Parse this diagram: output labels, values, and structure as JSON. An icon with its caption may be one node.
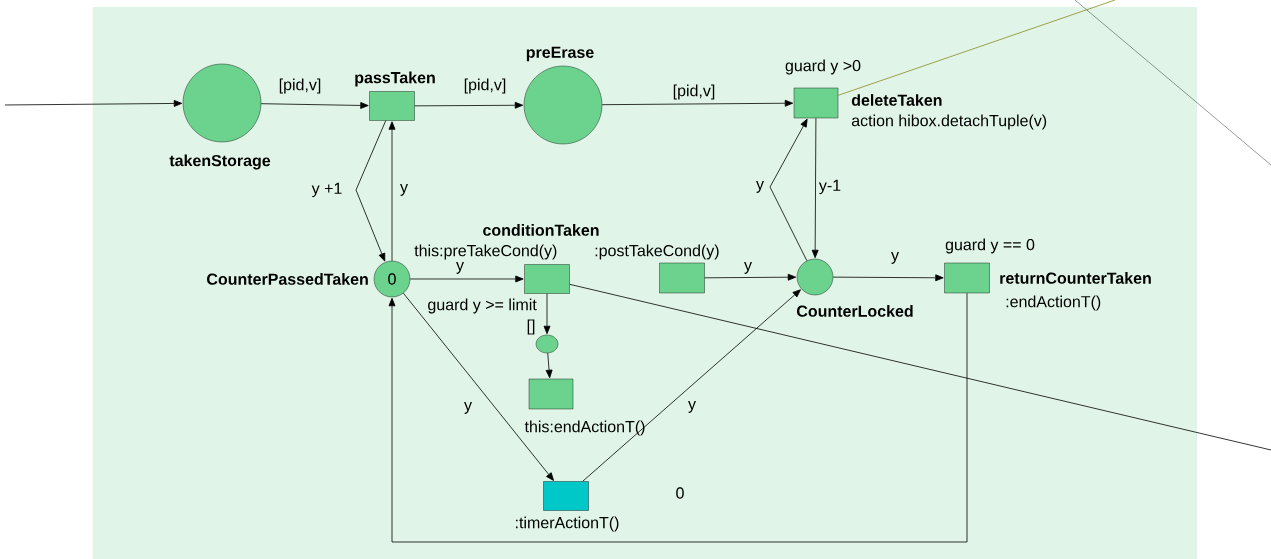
{
  "diagram": {
    "nodes": [
      {
        "text": [
          "takenStorage"
        ]
      },
      {
        "text": [
          "passTaken"
        ]
      },
      {
        "text": [
          "preErase"
        ]
      },
      {
        "text": [
          "guard y >0",
          "deleteTaken",
          "action hibox.detachTuple(v)"
        ]
      },
      {
        "text": [
          "CounterPassedTaken",
          "0"
        ]
      },
      {
        "text": [
          "conditionTaken",
          "this:preTakeCond(y)",
          "guard y >= limit"
        ]
      },
      {
        "text": [
          ":postTakeCond(y)"
        ]
      },
      {
        "text": [
          "CounterLocked"
        ]
      },
      {
        "text": [
          "guard y == 0",
          "returnCounterTaken",
          ":endActionT()"
        ]
      },
      {
        "text": [],
        "shape": "circle"
      },
      {
        "text": [
          "this:endActionT()"
        ]
      },
      {
        "text": [
          ":timerActionT()"
        ]
      }
    ],
    "edges": [
      {
        "from": null,
        "to": 0,
        "arrow": "to"
      },
      {
        "from": 0,
        "to": 1,
        "arrow": "to",
        "label": "[pid,v]"
      },
      {
        "from": 1,
        "to": 2,
        "arrow": "to",
        "label": "[pid,v]"
      },
      {
        "from": 2,
        "to": 3,
        "arrow": "to",
        "label": "[pid,v]"
      },
      {
        "from": 1,
        "to": 4,
        "arrow": "to",
        "label": "y +1"
      },
      {
        "from": 4,
        "to": 1,
        "arrow": "to",
        "label": "y"
      },
      {
        "from": 4,
        "to": 5,
        "arrow": "to",
        "label": "y"
      },
      {
        "from": 5,
        "to": 9,
        "arrow": "to",
        "label": "[]"
      },
      {
        "from": 9,
        "to": 10,
        "arrow": "to"
      },
      {
        "from": 4,
        "to": 11,
        "arrow": "to",
        "label": "y"
      },
      {
        "from": 6,
        "to": 7,
        "arrow": "to",
        "label": "y"
      },
      {
        "from": 7,
        "to": 3,
        "arrow": "to",
        "label": "y"
      },
      {
        "from": 3,
        "to": 7,
        "arrow": "to",
        "label": "y-1"
      },
      {
        "from": 11,
        "to": 7,
        "arrow": "to",
        "label": "y"
      },
      {
        "from": 7,
        "to": 8,
        "arrow": "to",
        "label": "y"
      },
      {
        "from": 8,
        "to": 4,
        "arrow": "to",
        "label": "0"
      },
      {
        "from": 5,
        "to": null,
        "arrow": "none"
      },
      {
        "from": 3,
        "to": null,
        "arrow": "none",
        "color": "#8a8a20"
      }
    ]
  }
}
